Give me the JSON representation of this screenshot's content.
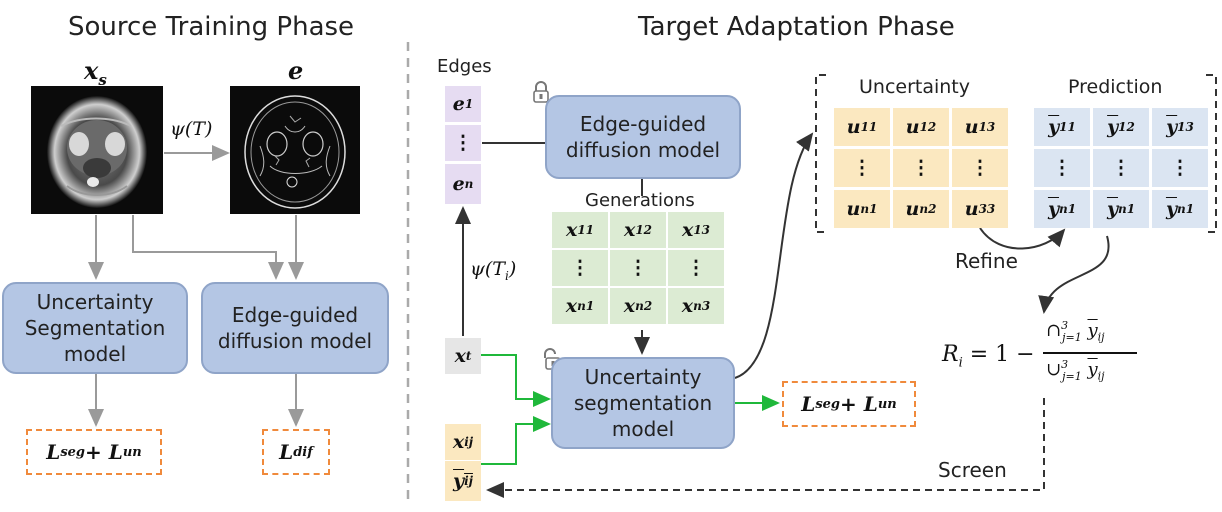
{
  "titles": {
    "source": "Source Training Phase",
    "target": "Target Adaptation Phase"
  },
  "source": {
    "xs_label": "x",
    "xs_sub": "s",
    "e_label": "e",
    "psi_T": "ψ(T)",
    "seg_model": "Uncertainty\nSegmentation\nmodel",
    "dif_model": "Edge-guided\ndiffusion model",
    "loss_seg": "L",
    "loss_seg_sub1": "seg",
    "loss_seg_plus": " + L",
    "loss_seg_sub2": "un",
    "loss_dif": "L",
    "loss_dif_sub": "dif"
  },
  "target": {
    "edges_label": "Edges",
    "e1": "e",
    "e1_sub": "1",
    "edots": "⋮",
    "en": "e",
    "en_sub": "n",
    "psi_Ti": "ψ(T",
    "psi_Ti_sub": "i",
    "psi_Ti_close": ")",
    "xt": "x",
    "xt_sub": "t",
    "xij": "x",
    "xij_sub": "ij",
    "yij": "y",
    "yij_sub": "ij",
    "dif_model": "Edge-guided\ndiffusion model",
    "generations_label": "Generations",
    "seg_model": "Uncertainty\nsegmentation\nmodel",
    "loss": "L",
    "loss_sub1": "seg",
    "loss_plus": " + L",
    "loss_sub2": "un",
    "uncertainty_label": "Uncertainty",
    "prediction_label": "Prediction",
    "refine_label": "Refine",
    "screen_label": "Screen",
    "formula_lhs": "R",
    "formula_lhs_sub": "i",
    "formula_eq": " = 1 −",
    "formula_num": "∩",
    "formula_den": "∪",
    "formula_sup": "3",
    "formula_sub": "j=1",
    "formula_y": "y",
    "formula_y_sub": "ij"
  },
  "generations": [
    [
      {
        "b": "x",
        "s": "11"
      },
      {
        "b": "x",
        "s": "12"
      },
      {
        "b": "x",
        "s": "13"
      }
    ],
    [
      {
        "b": "⋮",
        "s": ""
      },
      {
        "b": "⋮",
        "s": ""
      },
      {
        "b": "⋮",
        "s": ""
      }
    ],
    [
      {
        "b": "x",
        "s": "n1"
      },
      {
        "b": "x",
        "s": "n2"
      },
      {
        "b": "x",
        "s": "n3"
      }
    ]
  ],
  "uncertainty": [
    [
      {
        "b": "u",
        "s": "11"
      },
      {
        "b": "u",
        "s": "12"
      },
      {
        "b": "u",
        "s": "13"
      }
    ],
    [
      {
        "b": "⋮",
        "s": ""
      },
      {
        "b": "⋮",
        "s": ""
      },
      {
        "b": "⋮",
        "s": ""
      }
    ],
    [
      {
        "b": "u",
        "s": "n1"
      },
      {
        "b": "u",
        "s": "n2"
      },
      {
        "b": "u",
        "s": "33"
      }
    ]
  ],
  "prediction": [
    [
      {
        "b": "y",
        "s": "11"
      },
      {
        "b": "y",
        "s": "12"
      },
      {
        "b": "y",
        "s": "13"
      }
    ],
    [
      {
        "b": "⋮",
        "s": ""
      },
      {
        "b": "⋮",
        "s": ""
      },
      {
        "b": "⋮",
        "s": ""
      }
    ],
    [
      {
        "b": "y",
        "s": "n1"
      },
      {
        "b": "y",
        "s": "n1"
      },
      {
        "b": "y",
        "s": "n1"
      }
    ]
  ],
  "colors": {
    "model_fill": "#b4c6e4",
    "model_border": "#8fa4c8",
    "loss_border": "#f08a3c",
    "green_cell": "#dcebd3",
    "yellow_cell": "#fbe8c0",
    "blue_cell": "#dbe5f2",
    "purple_cell": "#e6dcf2",
    "arrow_grey": "#9a9a9a",
    "arrow_green": "#1fb83a"
  }
}
